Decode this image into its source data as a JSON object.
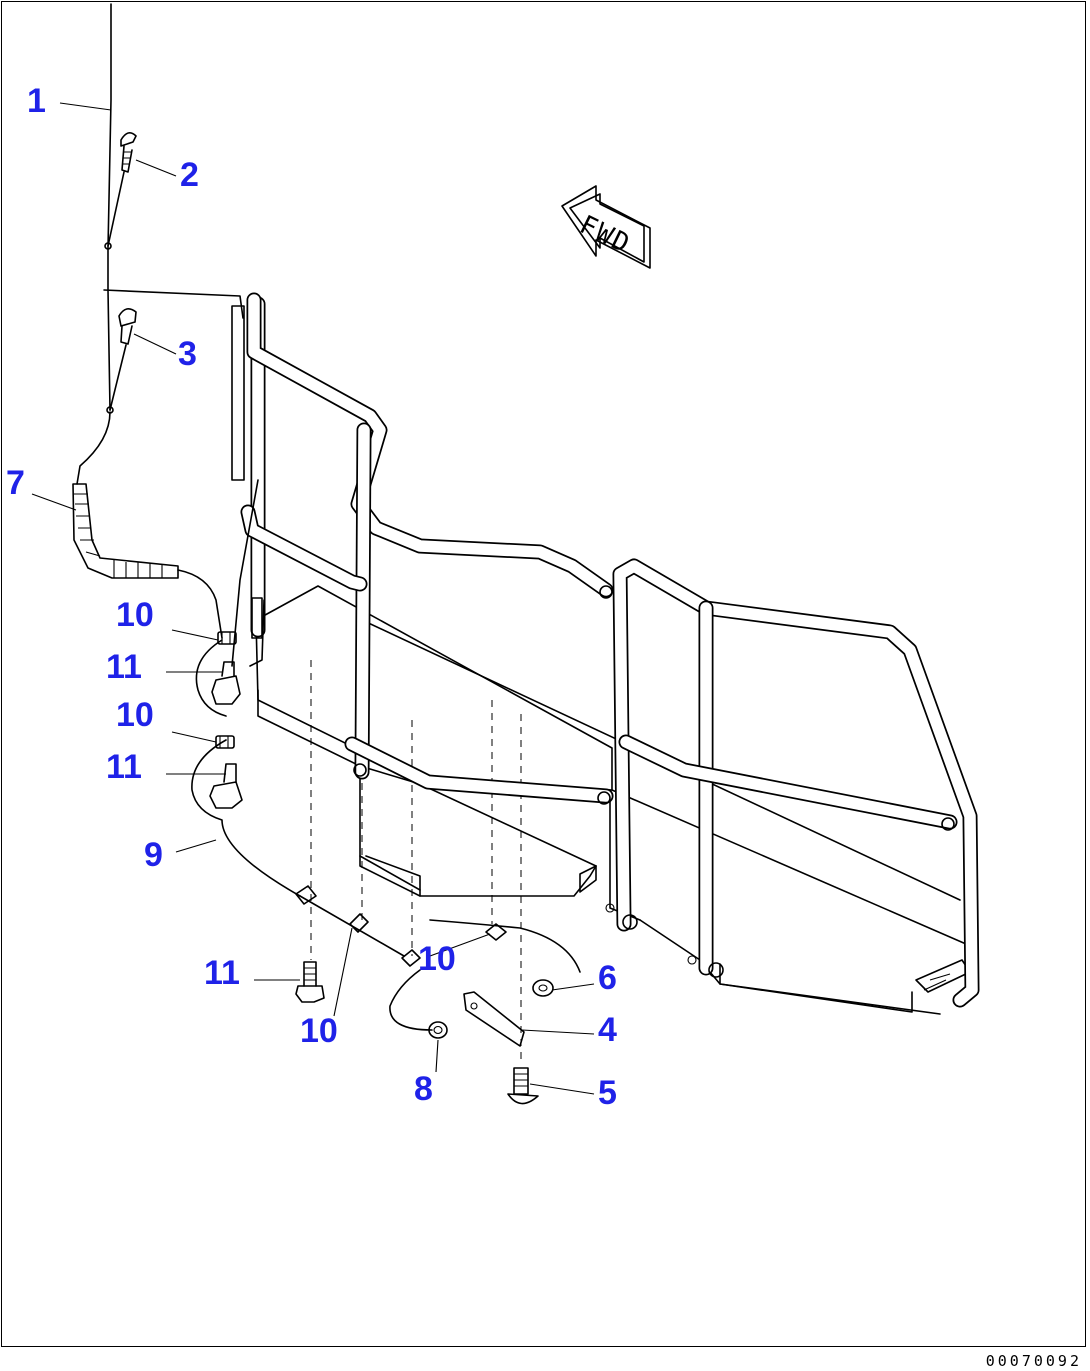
{
  "diagram": {
    "arrow_label": "FWD",
    "drawing_code": "00070092",
    "callouts": [
      {
        "id": "c1",
        "text": "1"
      },
      {
        "id": "c2",
        "text": "2"
      },
      {
        "id": "c3",
        "text": "3"
      },
      {
        "id": "c7",
        "text": "7"
      },
      {
        "id": "c10a",
        "text": "10"
      },
      {
        "id": "c11a",
        "text": "11"
      },
      {
        "id": "c10b",
        "text": "10"
      },
      {
        "id": "c11b",
        "text": "11"
      },
      {
        "id": "c9",
        "text": "9"
      },
      {
        "id": "c11c",
        "text": "11"
      },
      {
        "id": "c10c",
        "text": "10"
      },
      {
        "id": "c10d",
        "text": "10"
      },
      {
        "id": "c6",
        "text": "6"
      },
      {
        "id": "c4",
        "text": "4"
      },
      {
        "id": "c8",
        "text": "8"
      },
      {
        "id": "c5",
        "text": "5"
      }
    ],
    "callout_color": "#1f22e8"
  }
}
